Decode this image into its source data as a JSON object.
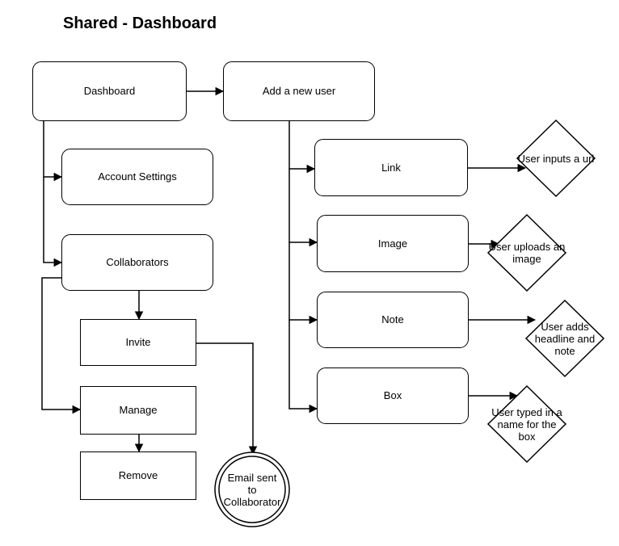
{
  "title": "Shared - Dashboard",
  "nodes": {
    "dashboard": "Dashboard",
    "add_user": "Add a new user",
    "account_settings": "Account Settings",
    "collaborators": "Collaborators",
    "invite": "Invite",
    "manage": "Manage",
    "remove": "Remove",
    "link": "Link",
    "image": "Image",
    "note": "Note",
    "box": "Box"
  },
  "decisions": {
    "link_result": "User inputs a url",
    "image_result": "User uploads an image",
    "note_result": "User adds headline and note",
    "box_result": "User typed in a name for the box"
  },
  "terminal": {
    "email_sent": "Email sent to Collaborator"
  }
}
